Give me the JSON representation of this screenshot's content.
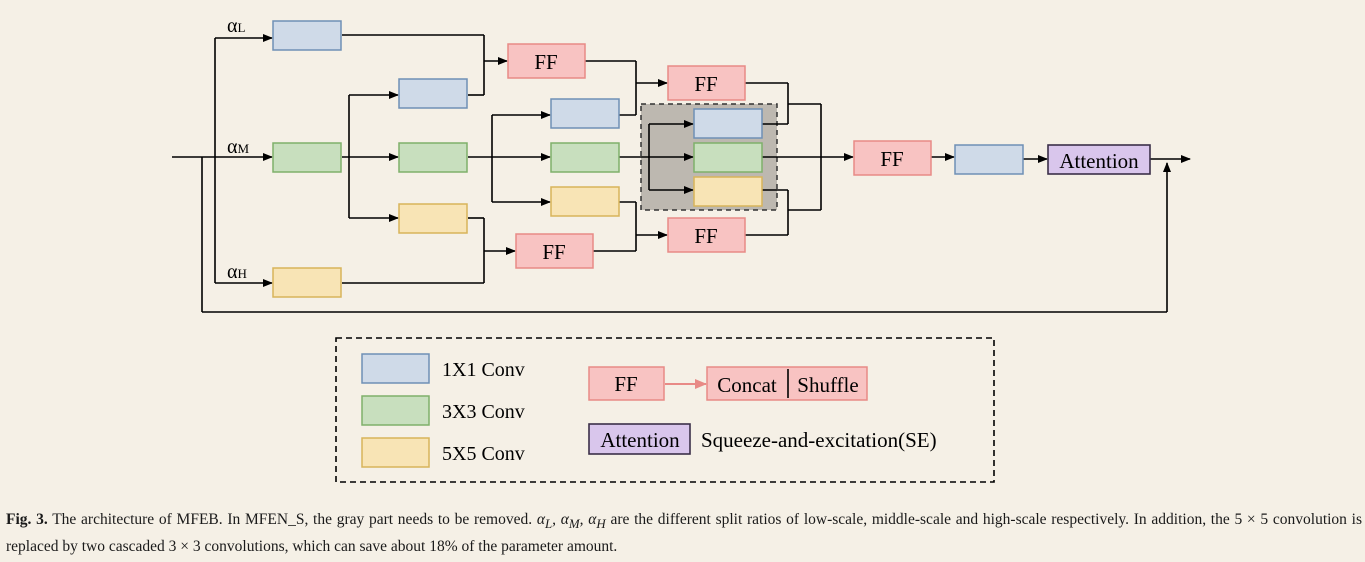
{
  "diagram": {
    "labels": {
      "alpha_l_main": "α",
      "alpha_l_sub": "L",
      "alpha_m_main": "α",
      "alpha_m_sub": "M",
      "alpha_h_main": "α",
      "alpha_h_sub": "H",
      "ff": "FF",
      "attention": "Attention"
    },
    "colors": {
      "blue_fill": "#cfdae8",
      "blue_stroke": "#6f8fb5",
      "green_fill": "#c8dfbe",
      "green_stroke": "#7fb06a",
      "yellow_fill": "#f8e4b5",
      "yellow_stroke": "#d8b45a",
      "ff_fill": "#f8c3c2",
      "ff_stroke": "#e88a86",
      "attention_fill": "#d9c6ec",
      "attention_stroke": "#3b2f49",
      "gray_region": "#bdb8b0"
    }
  },
  "legend": {
    "conv1": "1X1 Conv",
    "conv3": "3X3 Conv",
    "conv5": "5X5 Conv",
    "ff": "FF",
    "concat": "Concat",
    "shuffle": "Shuffle",
    "attention": "Attention",
    "se": "Squeeze-and-excitation(SE)"
  },
  "caption": {
    "fig": "Fig. 3.",
    "part1": "The architecture of MFEB. In MFEN_S, the gray part needs to be removed.",
    "alphas": "α",
    "alpha_l_sub": "L",
    "alpha_m_sub": "M",
    "alpha_h_sub": "H",
    "part2": "are the different split ratios of low-scale, middle-scale and high-scale respectively. In addition, the 5 × 5 convolution is replaced by two cascaded 3 × 3 convolutions, which can save about 18% of the parameter amount."
  }
}
